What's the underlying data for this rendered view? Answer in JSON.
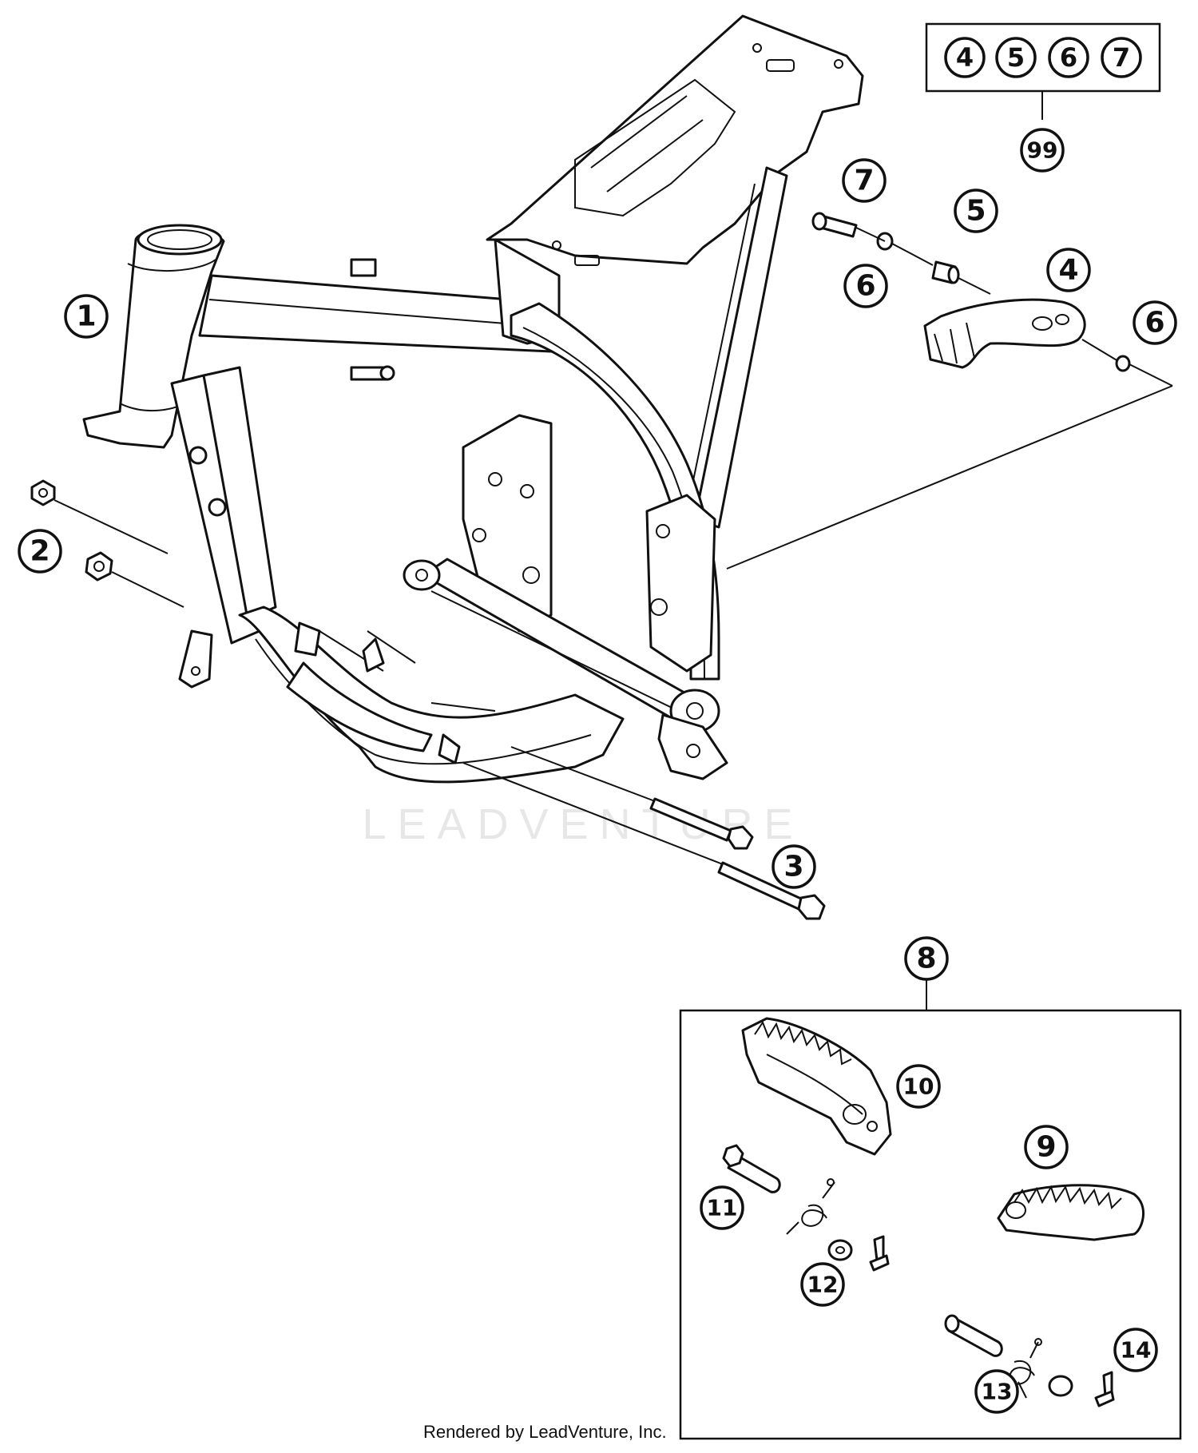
{
  "callouts": {
    "c1": "1",
    "c2": "2",
    "c3": "3",
    "c4": "4",
    "c5": "5",
    "c6a": "6",
    "c6b": "6",
    "c7": "7",
    "c8": "8",
    "c9": "9",
    "c10": "10",
    "c11": "11",
    "c12": "12",
    "c13": "13",
    "c14": "14",
    "c99": "99"
  },
  "kit_box": {
    "items": [
      "4",
      "5",
      "6",
      "7"
    ]
  },
  "watermark": "LEADVENTURE",
  "credit": "Rendered by LeadVenture, Inc."
}
